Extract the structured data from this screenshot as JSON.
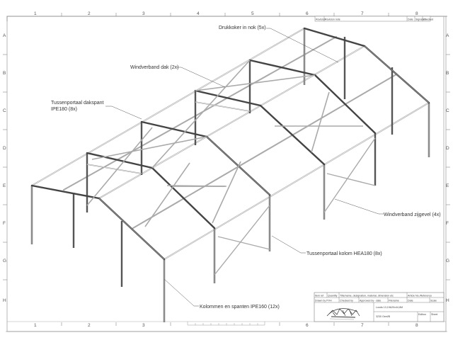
{
  "sheet": {
    "columns": [
      "1",
      "2",
      "3",
      "4",
      "5",
      "6",
      "7",
      "8"
    ],
    "rows": [
      "A",
      "B",
      "C",
      "D",
      "E",
      "F",
      "G",
      "H"
    ]
  },
  "revision_table": {
    "headers": [
      "Revision",
      "Revision note",
      "Date",
      "Signature",
      "Checked"
    ]
  },
  "annotations": [
    {
      "id": "drukkoker",
      "text": "Drukkoker in nok (5x)"
    },
    {
      "id": "windverband-dak",
      "text": "Windverband dak (2x)"
    },
    {
      "id": "tussenportaal-dakspant-1",
      "text": "Tussenportaal dakspant"
    },
    {
      "id": "tussenportaal-dakspant-2",
      "text": "IPE180 (8x)"
    },
    {
      "id": "windverband-zijgevel",
      "text": "Windverband zijgevel (4x)"
    },
    {
      "id": "tussenportaal-kolom",
      "text": "Tussenportaal kolom HEA180 (8x)"
    },
    {
      "id": "kolommen-spanten",
      "text": "Kolommen en spanten IPE160 (12x)"
    }
  ],
  "title_block": {
    "row1": [
      "Item ref",
      "Quantity",
      "Title/name, designation, material, dimension etc",
      "Article No./Reference"
    ],
    "row2": [
      "Drawn by PVH",
      "Checked by",
      "Approved by - date",
      "Filename",
      "Date",
      "Scale"
    ],
    "address_line1": "Loods 13,19&20x44,8M",
    "address_line2": "3230 Geel/B",
    "edition_label": "Edition",
    "sheet_label": "Sheet",
    "logo": "company-logo"
  }
}
